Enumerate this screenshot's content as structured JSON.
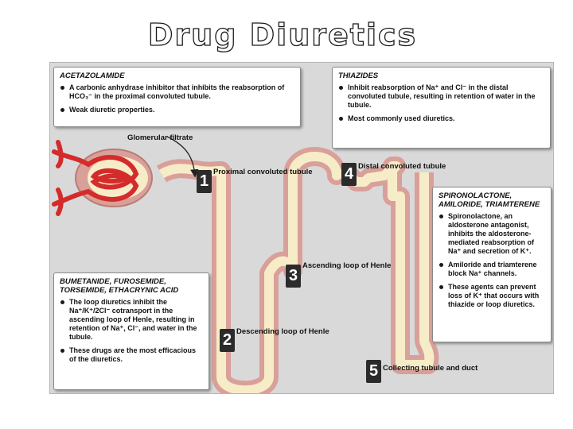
{
  "title": "Drug Diuretics",
  "colors": {
    "tubule_wall": "#d9a09a",
    "tubule_lumen": "#f7ecc8",
    "capillary": "#d42b2b",
    "figure_bg": "#d9d9d9",
    "marker_bg": "#2b2b2b"
  },
  "callouts": {
    "acetazolamide": {
      "title": "ACETAZOLAMIDE",
      "bullets": [
        "A carbonic anhydrase inhibitor that inhibits the reabsorption of HCO₃⁻ in the proximal convoluted tubule.",
        "Weak diuretic properties."
      ]
    },
    "thiazides": {
      "title": "THIAZIDES",
      "bullets": [
        "Inhibit reabsorption of Na⁺ and Cl⁻ in the distal convoluted tubule, resulting in retention of water in the tubule.",
        "Most commonly used diuretics."
      ]
    },
    "spironolactone": {
      "title": "SPIRONOLACTONE, AMILORIDE, TRIAMTERENE",
      "bullets": [
        "Spironolactone, an aldosterone antagonist, inhibits the aldosterone-mediated reabsorption of Na⁺ and secretion of K⁺.",
        "Amiloride and triamterene block Na⁺ channels.",
        "These agents can prevent loss of K⁺ that occurs with thiazide or loop diuretics."
      ]
    },
    "loop": {
      "title": "BUMETANIDE, FUROSEMIDE, TORSEMIDE, ETHACRYNIC ACID",
      "bullets": [
        "The loop diuretics inhibit the Na⁺/K⁺/2Cl⁻ cotransport in the ascending loop of Henle, resulting in retention of Na⁺, Cl⁻, and water in the tubule.",
        "These drugs are the most efficacious of the diuretics."
      ]
    }
  },
  "segments": [
    {
      "number": "1",
      "label": "Proximal convoluted tubule"
    },
    {
      "number": "2",
      "label": "Descending loop of Henle"
    },
    {
      "number": "3",
      "label": "Ascending loop of Henle"
    },
    {
      "number": "4",
      "label": "Distal convoluted tubule"
    },
    {
      "number": "5",
      "label": "Collecting tubule and duct"
    }
  ],
  "glomerular_label": "Glomerular filtrate"
}
